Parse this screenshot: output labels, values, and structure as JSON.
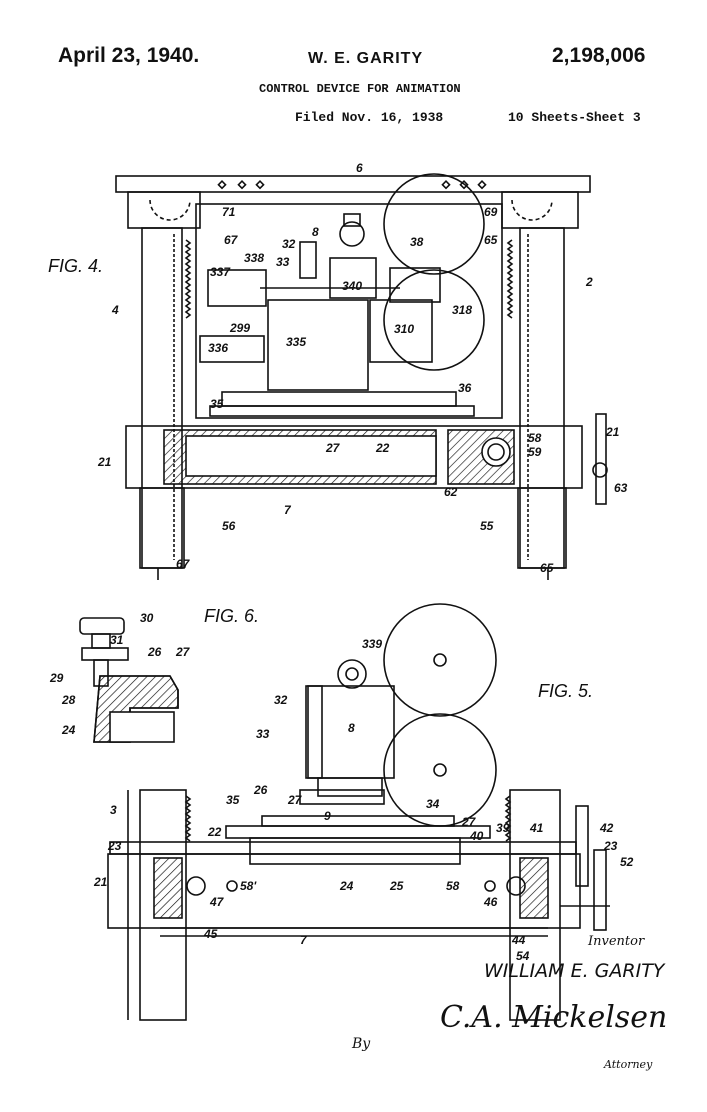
{
  "header": {
    "date": "April 23, 1940.",
    "inventor_name": "W. E. GARITY",
    "patent_number": "2,198,006",
    "title": "CONTROL DEVICE FOR ANIMATION",
    "filed": "Filed Nov. 16, 1938",
    "sheets": "10 Sheets-Sheet 3"
  },
  "figures": {
    "fig4": "FIG. 4.",
    "fig5": "FIG. 5.",
    "fig6": "FIG. 6."
  },
  "fig4_labels": {
    "l6": "6",
    "l71": "71",
    "l69": "69",
    "l67a": "67",
    "l65a": "65",
    "l8": "8",
    "l32": "32",
    "l33": "33",
    "l38": "38",
    "l338": "338",
    "l337": "337",
    "l340": "340",
    "l318": "318",
    "l299": "299",
    "l310": "310",
    "l336": "336",
    "l335": "335",
    "l36": "36",
    "l35": "35",
    "l27": "27",
    "l22": "22",
    "l21a": "21",
    "l21b": "21",
    "l58": "58",
    "l59": "59",
    "l62": "62",
    "l63": "63",
    "l7": "7",
    "l56": "56",
    "l55": "55",
    "l67b": "67",
    "l65b": "65",
    "l4": "4",
    "l2": "2"
  },
  "fig6_labels": {
    "l30": "30",
    "l31": "31",
    "l26": "26",
    "l27": "27",
    "l29": "29",
    "l28": "28",
    "l24": "24"
  },
  "fig5_labels": {
    "l339": "339",
    "l32": "32",
    "l33": "33",
    "l8": "8",
    "l3": "3",
    "l35": "35",
    "l26": "26",
    "l27a": "27",
    "l34": "34",
    "l9": "9",
    "l27b": "27",
    "l40": "40",
    "l39": "39",
    "l41": "41",
    "l42": "42",
    "l23a": "23",
    "l22": "22",
    "l23b": "23",
    "l52": "52",
    "l21": "21",
    "l24": "24",
    "l25": "25",
    "l58p": "58'",
    "l58": "58",
    "l47": "47",
    "l46": "46",
    "l45": "45",
    "l44": "44",
    "l7": "7",
    "l54": "54"
  },
  "footer": {
    "inventor_word": "Inventor",
    "inventor_full_name": "WILLIAM E. GARITY",
    "signature": "C.A. Mickelsen",
    "by": "By",
    "attorney": "Attorney"
  }
}
